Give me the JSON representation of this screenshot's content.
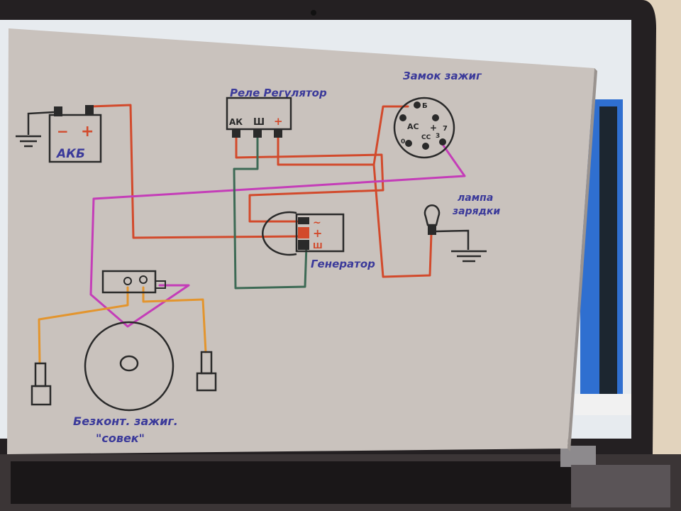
{
  "labels": {
    "battery": "АКБ",
    "battery_minus": "−",
    "battery_plus": "+",
    "relay_title": "Реле Регулятор",
    "relay_ak": "АК",
    "relay_sh": "Ш",
    "relay_plus": "+",
    "ignition_lock": "Замок зажиг",
    "lock_b": "Б",
    "lock_ac": "АС",
    "lock_plus": "+",
    "lock_cc": "СС",
    "lock_3": "3",
    "lock_7": "7",
    "lock_0": "0",
    "lamp_line1": "лампа",
    "lamp_line2": "зарядки",
    "generator": "Генератор",
    "gen_tilde": "~",
    "gen_plus": "+",
    "gen_sh": "Ш",
    "contactless_line1": "Безконт. зажиг.",
    "contactless_line2": "\"совек\""
  },
  "colors": {
    "paper": "#c9c2bd",
    "wire_red": "#d24a2c",
    "wire_magenta": "#c43db8",
    "wire_green": "#3d6a55",
    "wire_orange": "#e3952e",
    "ink_black": "#2a2a2a",
    "ink_blue": "#3b3a9a",
    "laptop_bezel": "#242022",
    "screen_blue": "#2f6fd0"
  }
}
